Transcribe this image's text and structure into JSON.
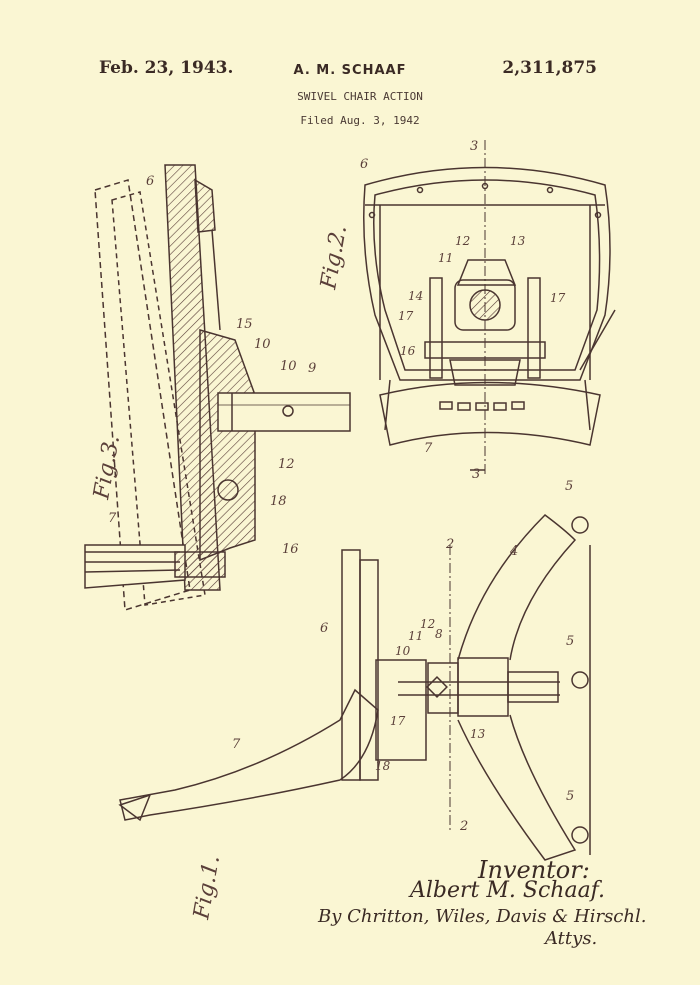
{
  "header": {
    "date": "Feb. 23, 1943.",
    "inventor_short": "A. M. SCHAAF",
    "patent_number": "2,311,875",
    "title": "SWIVEL CHAIR ACTION",
    "filed": "Filed Aug. 3, 1942"
  },
  "figures": {
    "fig1": "Fig.1.",
    "fig2": "Fig.2.",
    "fig3": "Fig.3."
  },
  "part_numbers": {
    "fig3": [
      "6",
      "15",
      "10",
      "10",
      "9",
      "12",
      "18",
      "16",
      "7"
    ],
    "fig2": [
      "6",
      "12",
      "11",
      "13",
      "14",
      "17",
      "17",
      "16",
      "7",
      "3",
      "3"
    ],
    "fig1": [
      "5",
      "4",
      "5",
      "5",
      "6",
      "10",
      "11",
      "12",
      "8",
      "17",
      "13",
      "18",
      "7",
      "2",
      "2"
    ]
  },
  "signature": {
    "heading": "Inventor:",
    "inventor": "Albert M. Schaaf.",
    "attorneys": "By Chritton, Wiles, Davis & Hirschl.",
    "attys": "Attys."
  },
  "colors": {
    "paper": "#faf6d3",
    "ink": "#3a2a24"
  }
}
